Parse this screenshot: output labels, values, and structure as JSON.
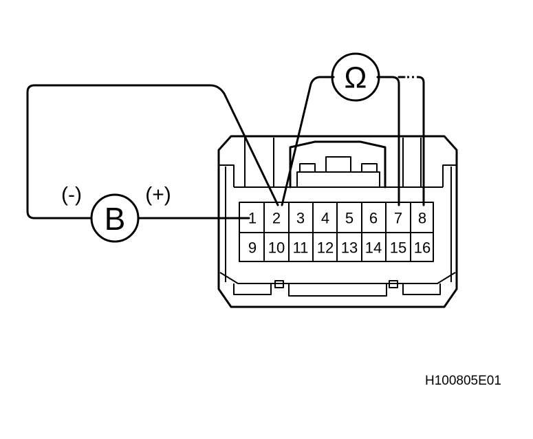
{
  "connector": {
    "pins_top": [
      "1",
      "2",
      "3",
      "4",
      "5",
      "6",
      "7",
      "8"
    ],
    "pins_bottom": [
      "9",
      "10",
      "11",
      "12",
      "13",
      "14",
      "15",
      "16"
    ]
  },
  "voltmeter": {
    "symbol": "B",
    "negative_label": "(-)",
    "positive_label": "(+)"
  },
  "ohmmeter": {
    "symbol": "Ω"
  },
  "figure_code": "H100805E01"
}
